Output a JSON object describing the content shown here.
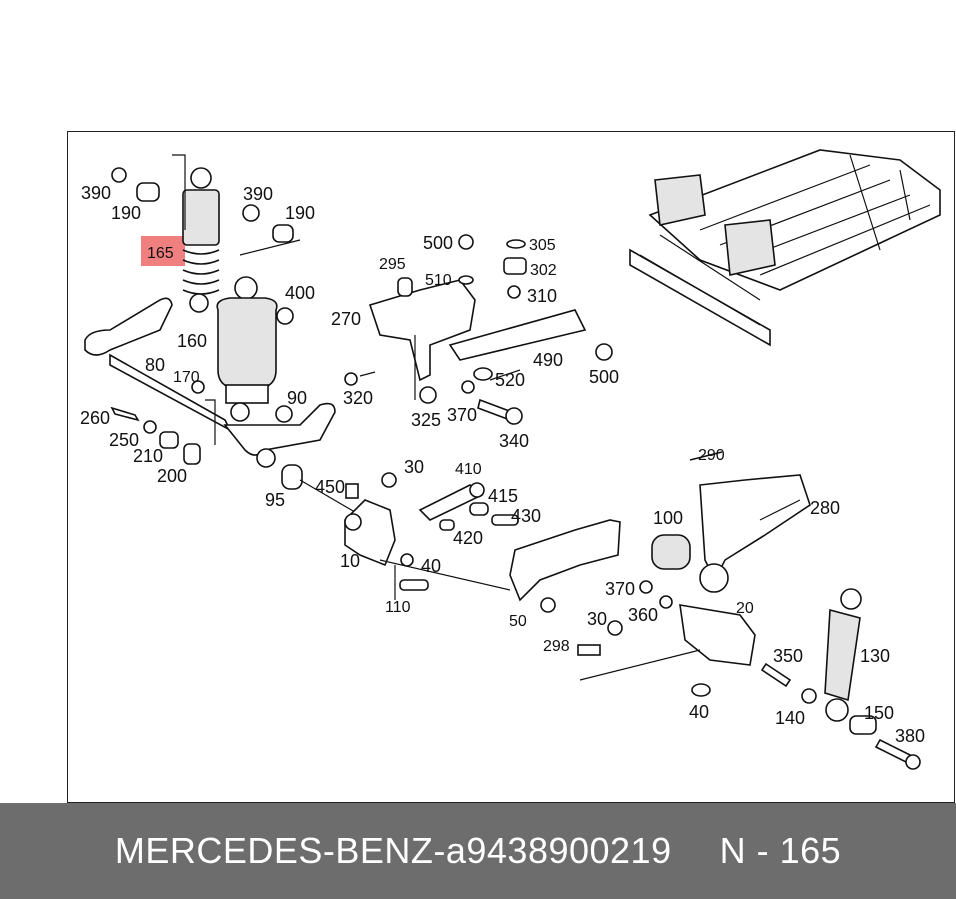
{
  "callouts": {
    "c390a": "390",
    "c190a": "190",
    "c165": "165",
    "c390b": "390",
    "c190b": "190",
    "c160": "160",
    "c400": "400",
    "c80": "80",
    "c170": "170",
    "c90": "90",
    "c260": "260",
    "c250": "250",
    "c210": "210",
    "c200": "200",
    "c95": "95",
    "c450": "450",
    "c10": "10",
    "c40a": "40",
    "c110": "110",
    "c30a": "30",
    "c410": "410",
    "c415": "415",
    "c420": "420",
    "c430": "430",
    "c50": "50",
    "c295": "295",
    "c270": "270",
    "c500a": "500",
    "c510": "510",
    "c305": "305",
    "c302": "302",
    "c310": "310",
    "c490": "490",
    "c500b": "500",
    "c520": "520",
    "c320": "320",
    "c325": "325",
    "c370a": "370",
    "c340": "340",
    "c290": "290",
    "c280": "280",
    "c100": "100",
    "c370b": "370",
    "c360": "360",
    "c20": "20",
    "c30b": "30",
    "c298": "298",
    "c350": "350",
    "c130": "130",
    "c40b": "40",
    "c140": "140",
    "c150": "150",
    "c380": "380"
  },
  "highlight": {
    "part": "165",
    "color": "#f08080"
  },
  "footer": {
    "brand": "MERCEDES-BENZ",
    "sep": "-",
    "part_number": "a9438900219",
    "ref": "N - 165"
  }
}
